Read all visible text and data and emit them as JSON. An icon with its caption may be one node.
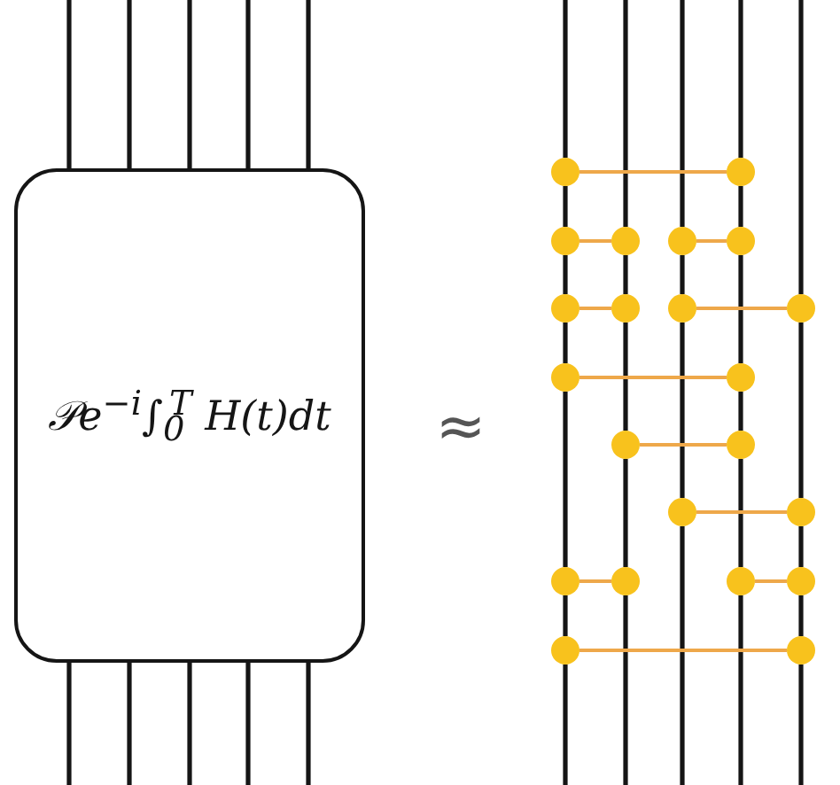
{
  "diagram": {
    "nodes": [
      {
        "text": [
          "𝒫e$^{−i}$∫$_{0}$$^{T}$ H(t)dt"
        ]
      },
      {
        "text": [],
        "shape": "circle"
      },
      {
        "text": [],
        "shape": "circle"
      },
      {
        "text": [],
        "shape": "circle"
      },
      {
        "text": [],
        "shape": "circle"
      },
      {
        "text": [],
        "shape": "circle"
      },
      {
        "text": [],
        "shape": "circle"
      },
      {
        "text": [],
        "shape": "circle"
      },
      {
        "text": [],
        "shape": "circle"
      },
      {
        "text": [],
        "shape": "circle"
      },
      {
        "text": [],
        "shape": "circle"
      },
      {
        "text": [],
        "shape": "circle"
      },
      {
        "text": [],
        "shape": "circle"
      },
      {
        "text": [],
        "shape": "circle"
      },
      {
        "text": [],
        "shape": "circle"
      },
      {
        "text": [],
        "shape": "circle"
      },
      {
        "text": [],
        "shape": "circle"
      },
      {
        "text": [],
        "shape": "circle"
      },
      {
        "text": [],
        "shape": "circle"
      },
      {
        "text": [],
        "shape": "circle"
      },
      {
        "text": [],
        "shape": "circle"
      },
      {
        "text": [],
        "shape": "circle"
      },
      {
        "text": [],
        "shape": "circle"
      }
    ],
    "edges": [
      {
        "from": null,
        "to": 0,
        "arrow": "none"
      },
      {
        "from": null,
        "to": 0,
        "arrow": "none"
      },
      {
        "from": null,
        "to": 0,
        "arrow": "none"
      },
      {
        "from": null,
        "to": 0,
        "arrow": "none"
      },
      {
        "from": null,
        "to": 0,
        "arrow": "none"
      },
      {
        "from": 0,
        "to": null,
        "arrow": "none"
      },
      {
        "from": 0,
        "to": null,
        "arrow": "none"
      },
      {
        "from": 0,
        "to": null,
        "arrow": "none"
      },
      {
        "from": 0,
        "to": null,
        "arrow": "none"
      },
      {
        "from": 0,
        "to": null,
        "arrow": "none"
      },
      {
        "from": null,
        "to": 1,
        "arrow": "none"
      },
      {
        "from": 1,
        "to": 3,
        "arrow": "none"
      },
      {
        "from": 3,
        "to": 7,
        "arrow": "none"
      },
      {
        "from": 7,
        "to": 11,
        "arrow": "none"
      },
      {
        "from": 11,
        "to": 17,
        "arrow": "none"
      },
      {
        "from": 17,
        "to": 21,
        "arrow": "none"
      },
      {
        "from": 21,
        "to": null,
        "arrow": "none"
      },
      {
        "from": null,
        "to": 4,
        "arrow": "none"
      },
      {
        "from": 4,
        "to": 8,
        "arrow": "none"
      },
      {
        "from": 8,
        "to": 13,
        "arrow": "none"
      },
      {
        "from": 13,
        "to": 18,
        "arrow": "none"
      },
      {
        "from": 18,
        "to": null,
        "arrow": "none"
      },
      {
        "from": null,
        "to": 5,
        "arrow": "none"
      },
      {
        "from": 5,
        "to": 9,
        "arrow": "none"
      },
      {
        "from": 9,
        "to": 15,
        "arrow": "none"
      },
      {
        "from": 15,
        "to": null,
        "arrow": "none"
      },
      {
        "from": null,
        "to": 2,
        "arrow": "none"
      },
      {
        "from": 2,
        "to": 6,
        "arrow": "none"
      },
      {
        "from": 6,
        "to": 12,
        "arrow": "none"
      },
      {
        "from": 12,
        "to": 14,
        "arrow": "none"
      },
      {
        "from": 14,
        "to": 19,
        "arrow": "none"
      },
      {
        "from": 19,
        "to": null,
        "arrow": "none"
      },
      {
        "from": null,
        "to": 10,
        "arrow": "none"
      },
      {
        "from": 10,
        "to": 16,
        "arrow": "none"
      },
      {
        "from": 16,
        "to": 20,
        "arrow": "none"
      },
      {
        "from": 20,
        "to": 22,
        "arrow": "none"
      },
      {
        "from": 22,
        "to": null,
        "arrow": "none"
      },
      {
        "from": 1,
        "to": 2,
        "arrow": "none",
        "color": "#eea84a"
      },
      {
        "from": 3,
        "to": 4,
        "arrow": "none",
        "color": "#eea84a"
      },
      {
        "from": 5,
        "to": 6,
        "arrow": "none",
        "color": "#eea84a"
      },
      {
        "from": 7,
        "to": 8,
        "arrow": "none",
        "color": "#eea84a"
      },
      {
        "from": 9,
        "to": 10,
        "arrow": "none",
        "color": "#eea84a"
      },
      {
        "from": 11,
        "to": 12,
        "arrow": "none",
        "color": "#eea84a"
      },
      {
        "from": 13,
        "to": 14,
        "arrow": "none",
        "color": "#eea84a"
      },
      {
        "from": 15,
        "to": 16,
        "arrow": "none",
        "color": "#eea84a"
      },
      {
        "from": 17,
        "to": 18,
        "arrow": "none",
        "color": "#eea84a"
      },
      {
        "from": 19,
        "to": 20,
        "arrow": "none",
        "color": "#eea84a"
      },
      {
        "from": 21,
        "to": 22,
        "arrow": "none",
        "color": "#eea84a"
      }
    ],
    "labels": [
      "≈"
    ]
  }
}
